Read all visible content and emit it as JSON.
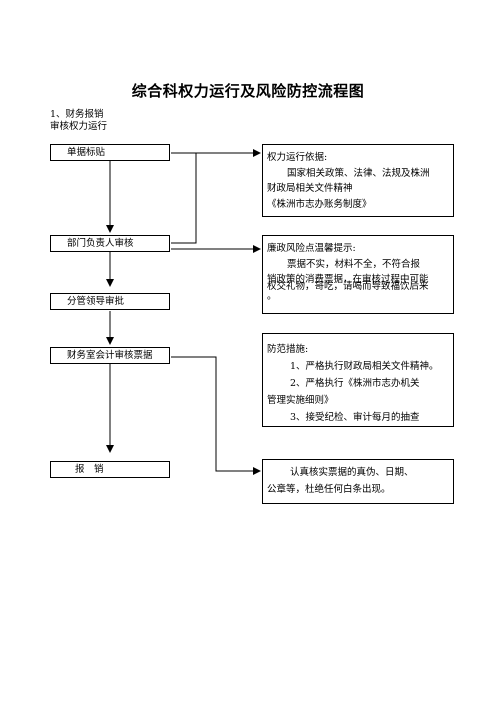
{
  "title": "综合科权力运行及风险防控流程图",
  "subtitle": [
    "1、财务报销",
    "审核权力运行"
  ],
  "flow_steps": [
    "单据标贴",
    "部门负责人审核",
    "分管领导审批",
    "财务室会计审核票据",
    "报　销"
  ],
  "note_basis": {
    "lines": [
      "权力运行依据:",
      "国家相关政策、法律、法规及株洲",
      "财政局相关文件精神",
      "《株洲市志办账务制度》"
    ]
  },
  "note_risk": {
    "lines": [
      "廉政风险点温馨提示:",
      "票据不实，材料不全，不符合报",
      "销政策的消费票据，在审核过程中可能",
      "权交礼物，哥吃，请喝而导致福饮后来",
      "。"
    ]
  },
  "note_measures": {
    "lines": [
      "防范措施:",
      "1、严格执行财政局相关文件精神。",
      "2、严格执行《株洲市志办机关",
      "管理实施细则》",
      "3、接受纪检、审计每月的抽查"
    ]
  },
  "note_verify": {
    "lines": [
      "认真核实票据的真伪、日期、",
      "公章等，杜绝任何白条出现。"
    ]
  }
}
